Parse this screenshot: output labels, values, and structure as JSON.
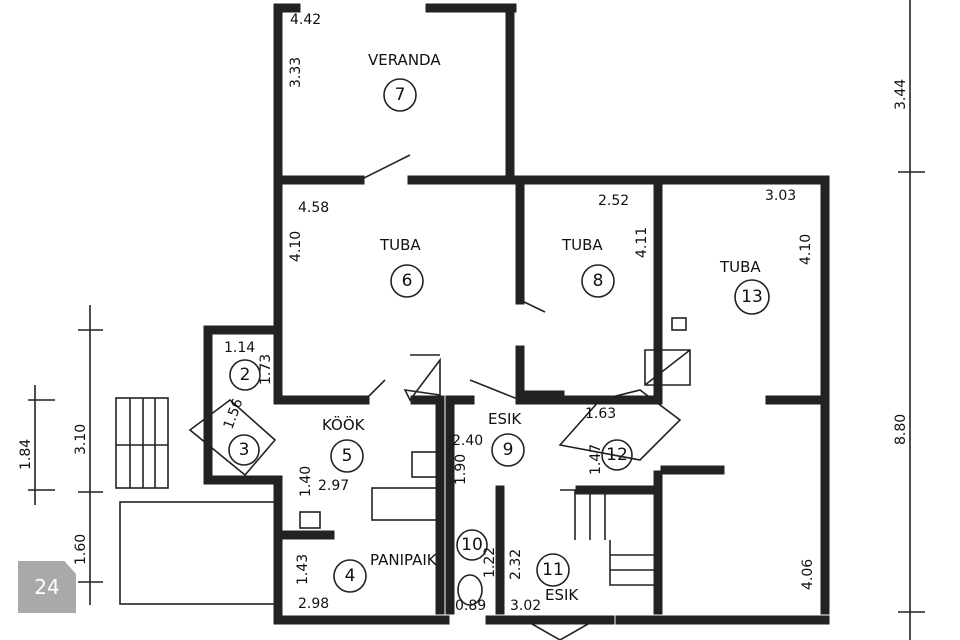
{
  "rooms": [
    {
      "name": "VERANDA",
      "number": "7"
    },
    {
      "name": "TUBA",
      "number": "6"
    },
    {
      "name": "TUBA",
      "number": "8"
    },
    {
      "name": "TUBA",
      "number": "13"
    },
    {
      "name": "KÖÖK",
      "number": "5"
    },
    {
      "name": "ESIK",
      "number": "9"
    },
    {
      "name": "ESIK",
      "number": "11"
    },
    {
      "name": "PANIPAIK",
      "number": "4"
    },
    {
      "name": "",
      "number": "2"
    },
    {
      "name": "",
      "number": "3"
    },
    {
      "name": "",
      "number": "10"
    },
    {
      "name": "",
      "number": "12"
    }
  ],
  "dimensions": {
    "veranda_w": "4.42",
    "veranda_h": "3.33",
    "right_top": "3.44",
    "tuba6_w": "4.58",
    "tuba6_h": "4.10",
    "tuba8_w": "2.52",
    "tuba8_h": "4.11",
    "tuba13_w": "3.03",
    "tuba13_h": "4.10",
    "r2_w": "1.14",
    "r2_h": "1.73",
    "r3": "1.56",
    "r12_w": "1.63",
    "r12_h": "1.47",
    "esik9_w": "2.40",
    "esik9_h": "1.90",
    "kook_h": "1.40",
    "kook_w": "2.97",
    "pani_h": "1.43",
    "pani_w": "2.98",
    "r10_w": "0.89",
    "r10_h": "1.22",
    "esik11_w": "3.02",
    "esik11_h": "2.32",
    "right_low": "4.06",
    "total_right": "8.80",
    "left_a": "3.10",
    "left_b": "1.84",
    "left_c": "1.60"
  },
  "page_badge": "24"
}
